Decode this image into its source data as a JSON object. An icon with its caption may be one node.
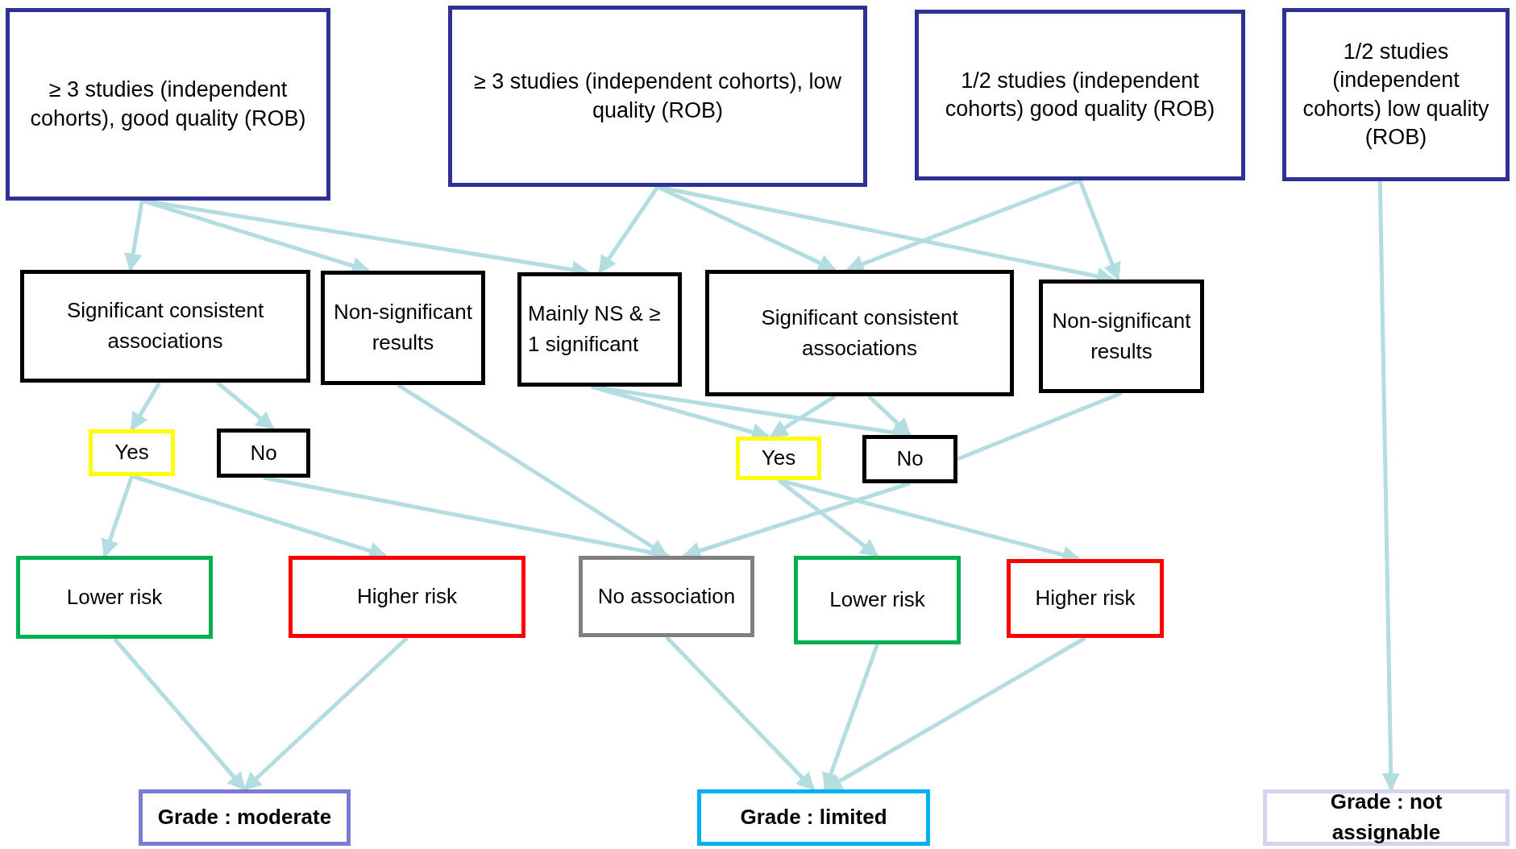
{
  "diagram": {
    "nodes": [
      {
        "text": [
          "≥ 3 studies (independent cohorts), good quality (ROB)"
        ]
      },
      {
        "text": [
          "≥ 3 studies (independent cohorts), low quality (ROB)"
        ]
      },
      {
        "text": [
          "1/2 studies (independent cohorts) good quality (ROB)"
        ]
      },
      {
        "text": [
          "1/2 studies (independent cohorts) low quality (ROB)"
        ]
      },
      {
        "text": [
          "Significant consistent associations"
        ]
      },
      {
        "text": [
          "Non-significant results"
        ]
      },
      {
        "text": [
          "Mainly NS & ≥ 1 significant"
        ]
      },
      {
        "text": [
          "Significant consistent associations"
        ]
      },
      {
        "text": [
          "Non-significant results"
        ]
      },
      {
        "text": [
          "Yes"
        ]
      },
      {
        "text": [
          "No"
        ]
      },
      {
        "text": [
          "Yes"
        ]
      },
      {
        "text": [
          "No"
        ]
      },
      {
        "text": [
          "Lower risk"
        ]
      },
      {
        "text": [
          "Higher risk"
        ]
      },
      {
        "text": [
          "No association"
        ]
      },
      {
        "text": [
          "Lower risk"
        ]
      },
      {
        "text": [
          "Higher risk"
        ]
      },
      {
        "text": [
          "Grade : moderate"
        ]
      },
      {
        "text": [
          "Grade : limited"
        ]
      },
      {
        "text": [
          "Grade : not assignable"
        ]
      }
    ],
    "edges": [
      {
        "from": 0,
        "to": 4,
        "arrow": "to"
      },
      {
        "from": 0,
        "to": 5,
        "arrow": "to"
      },
      {
        "from": 0,
        "to": 6,
        "arrow": "to"
      },
      {
        "from": 1,
        "to": 6,
        "arrow": "to"
      },
      {
        "from": 1,
        "to": 7,
        "arrow": "to"
      },
      {
        "from": 1,
        "to": 8,
        "arrow": "to"
      },
      {
        "from": 2,
        "to": 7,
        "arrow": "to"
      },
      {
        "from": 2,
        "to": 8,
        "arrow": "to"
      },
      {
        "from": 3,
        "to": 20,
        "arrow": "to"
      },
      {
        "from": 4,
        "to": 9,
        "arrow": "to"
      },
      {
        "from": 4,
        "to": 10,
        "arrow": "to"
      },
      {
        "from": 5,
        "to": 15,
        "arrow": "to"
      },
      {
        "from": 6,
        "to": 11,
        "arrow": "to"
      },
      {
        "from": 6,
        "to": 12,
        "arrow": "to"
      },
      {
        "from": 7,
        "to": 11,
        "arrow": "to"
      },
      {
        "from": 7,
        "to": 12,
        "arrow": "to"
      },
      {
        "from": 8,
        "to": 12,
        "arrow": "none"
      },
      {
        "from": 9,
        "to": 13,
        "arrow": "to"
      },
      {
        "from": 9,
        "to": 14,
        "arrow": "to"
      },
      {
        "from": 10,
        "to": 15,
        "arrow": "to"
      },
      {
        "from": 11,
        "to": 16,
        "arrow": "to"
      },
      {
        "from": 11,
        "to": 17,
        "arrow": "to"
      },
      {
        "from": 12,
        "to": 15,
        "arrow": "to"
      },
      {
        "from": 13,
        "to": 18,
        "arrow": "to"
      },
      {
        "from": 14,
        "to": 18,
        "arrow": "to"
      },
      {
        "from": 15,
        "to": 19,
        "arrow": "to"
      },
      {
        "from": 16,
        "to": 19,
        "arrow": "to"
      },
      {
        "from": 17,
        "to": 19,
        "arrow": "to"
      }
    ]
  }
}
